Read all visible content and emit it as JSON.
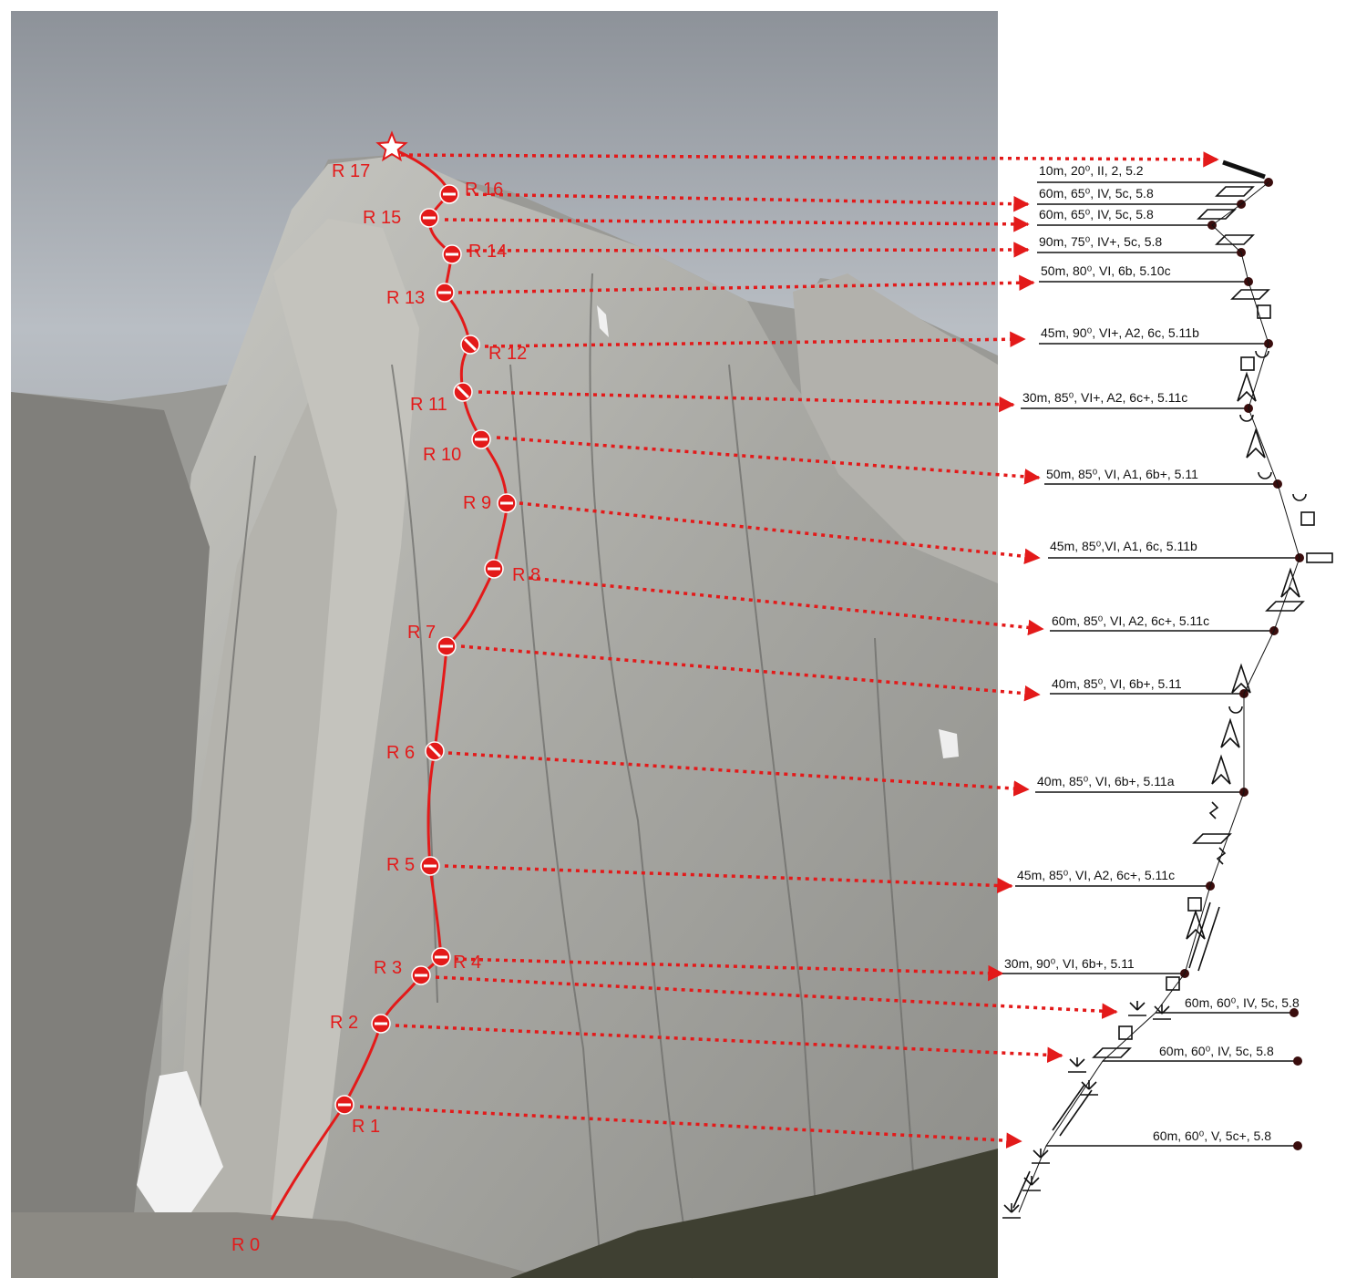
{
  "colors": {
    "route": "#e31a1a",
    "line": "#111111"
  },
  "photo": {
    "description_icon": "mountain-photo"
  },
  "summit_icon": "star-icon",
  "belays": [
    {
      "label": "R 0"
    },
    {
      "label": "R 1"
    },
    {
      "label": "R 2"
    },
    {
      "label": "R 3"
    },
    {
      "label": "R 4"
    },
    {
      "label": "R 5"
    },
    {
      "label": "R 6"
    },
    {
      "label": "R 7"
    },
    {
      "label": "R 8"
    },
    {
      "label": "R 9"
    },
    {
      "label": "R 10"
    },
    {
      "label": "R 11"
    },
    {
      "label": "R 12"
    },
    {
      "label": "R 13"
    },
    {
      "label": "R 14"
    },
    {
      "label": "R 15"
    },
    {
      "label": "R 16"
    },
    {
      "label": "R 17"
    }
  ],
  "pitches": [
    {
      "text": "10m, 20⁰, II, 2, 5.2"
    },
    {
      "text": "60m, 65⁰, IV, 5c, 5.8"
    },
    {
      "text": "60m, 65⁰, IV, 5c, 5.8"
    },
    {
      "text": "90m, 75⁰, IV+, 5c, 5.8"
    },
    {
      "text": "50m, 80⁰, VI, 6b, 5.10c"
    },
    {
      "text": "45m, 90⁰, VI+, A2, 6c, 5.11b"
    },
    {
      "text": "30m, 85⁰, VI+, A2, 6c+, 5.11c"
    },
    {
      "text": "50m, 85⁰, VI, A1, 6b+, 5.11"
    },
    {
      "text": "45m, 85⁰,VI, A1, 6c, 5.11b"
    },
    {
      "text": "60m, 85⁰, VI, A2, 6c+, 5.11c"
    },
    {
      "text": "40m, 85⁰, VI, 6b+, 5.11"
    },
    {
      "text": "40m, 85⁰, VI, 6b+, 5.11a"
    },
    {
      "text": "45m, 85⁰, VI, A2, 6c+, 5.11c"
    },
    {
      "text": "30m, 90⁰, VI, 6b+, 5.11"
    },
    {
      "text": "60m, 60⁰, IV, 5c, 5.8"
    },
    {
      "text": "60m, 60⁰, IV, 5c, 5.8"
    },
    {
      "text": "60m, 60⁰, V, 5c+, 5.8"
    }
  ]
}
